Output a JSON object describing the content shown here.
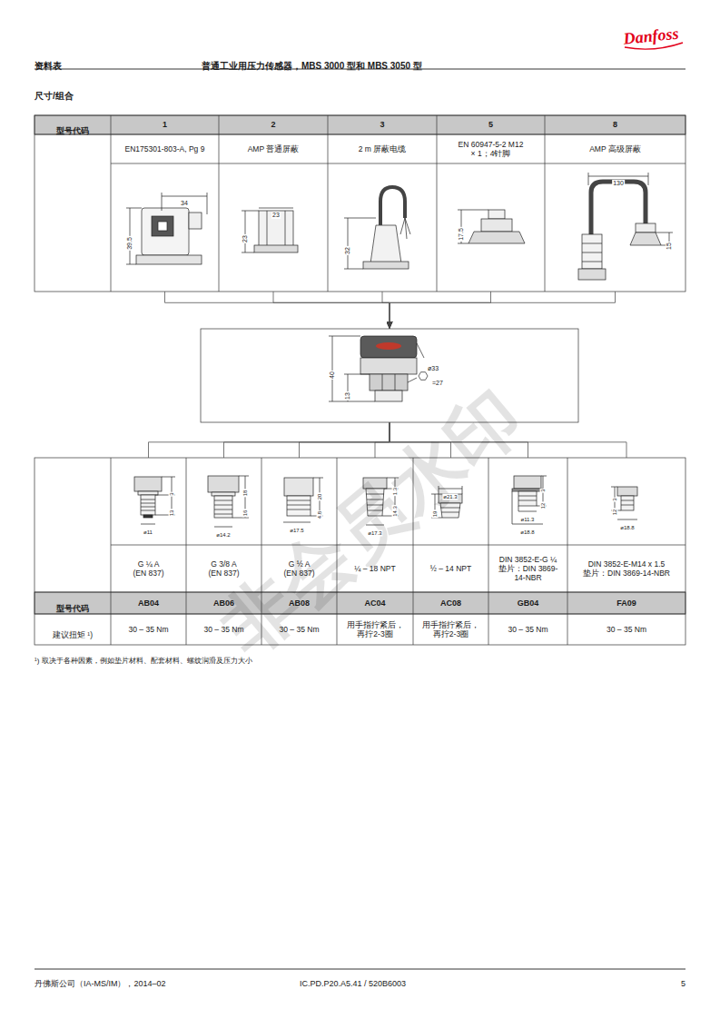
{
  "diagram": {
    "title": "普通工业用压力传感器，MBS 3000 型和 MBS 3050 型",
    "nodes": [
      {
        "text": [
          "1",
          "EN175301-803-A, Pg 9"
        ]
      },
      {
        "text": [
          "2",
          "AMP 普通屏蔽"
        ]
      },
      {
        "text": [
          "3",
          "2 m 屏蔽电缆"
        ]
      },
      {
        "text": [
          "5",
          "EN 60947-5-2 M12 × 1；4针脚"
        ]
      },
      {
        "text": [
          "8",
          "AMP 高级屏蔽"
        ]
      },
      {
        "text": [
          "40",
          "13",
          "ø33",
          "=27"
        ]
      },
      {
        "text": [
          "G ¼ A (EN 837)",
          "AB04",
          "30 – 35 Nm"
        ]
      },
      {
        "text": [
          "G 3/8 A (EN 837)",
          "AB06",
          "30 – 35 Nm"
        ]
      },
      {
        "text": [
          "G ½ A (EN 837)",
          "AB08",
          "30 – 35 Nm"
        ]
      },
      {
        "text": [
          "¼ – 18 NPT",
          "AC04",
          "用手指拧紧后，再拧2-3圈"
        ]
      },
      {
        "text": [
          "½ – 14 NPT",
          "AC08",
          "用手指拧紧后，再拧2-3圈"
        ]
      },
      {
        "text": [
          "DIN 3852-E-G ¼ 垫片：DIN 3869-14-NBR",
          "GB04",
          "30 – 35 Nm"
        ]
      },
      {
        "text": [
          "DIN 3852-E-M14 x 1.5 垫片：DIN 3869-14-NBR",
          "FA09",
          "30 – 35 Nm"
        ]
      }
    ],
    "edges": [
      {
        "from": 0,
        "to": 5,
        "arrow": "to"
      },
      {
        "from": 1,
        "to": 5,
        "arrow": "to"
      },
      {
        "from": 2,
        "to": 5,
        "arrow": "to"
      },
      {
        "from": 3,
        "to": 5,
        "arrow": "to"
      },
      {
        "from": 4,
        "to": 5,
        "arrow": "to"
      },
      {
        "from": 5,
        "to": 6,
        "arrow": "none"
      },
      {
        "from": 5,
        "to": 7,
        "arrow": "none"
      },
      {
        "from": 5,
        "to": 8,
        "arrow": "none"
      },
      {
        "from": 5,
        "to": 9,
        "arrow": "none"
      },
      {
        "from": 5,
        "to": 10,
        "arrow": "none"
      },
      {
        "from": 5,
        "to": 11,
        "arrow": "none"
      },
      {
        "from": 5,
        "to": 12,
        "arrow": "none"
      }
    ],
    "labels": [
      "资料表",
      "Danfoss",
      "尺寸/组合",
      "型号代码",
      "34",
      "39.5",
      "23",
      "23",
      "32",
      "17.5",
      "130",
      "15",
      "3",
      "13",
      "ø11",
      "18",
      "16",
      "ø14.2",
      "20",
      "4.8",
      "ø17.5",
      "1.3",
      "14.3",
      "ø17.3",
      "ø21.3",
      "19",
      "3",
      "12",
      "ø11.3",
      "ø18.8",
      "3",
      "12",
      "ø18.8",
      "型号代码",
      "建议扭矩 ¹)",
      "¹) 取决于各种因素，例如垫片材料、配套材料、螺纹润滑及压力大小",
      "丹佛斯公司（IA-MS/IM），2014–02",
      "IC.PD.P20.A5.41 / 520B6003",
      "5",
      "非会员水印"
    ]
  }
}
